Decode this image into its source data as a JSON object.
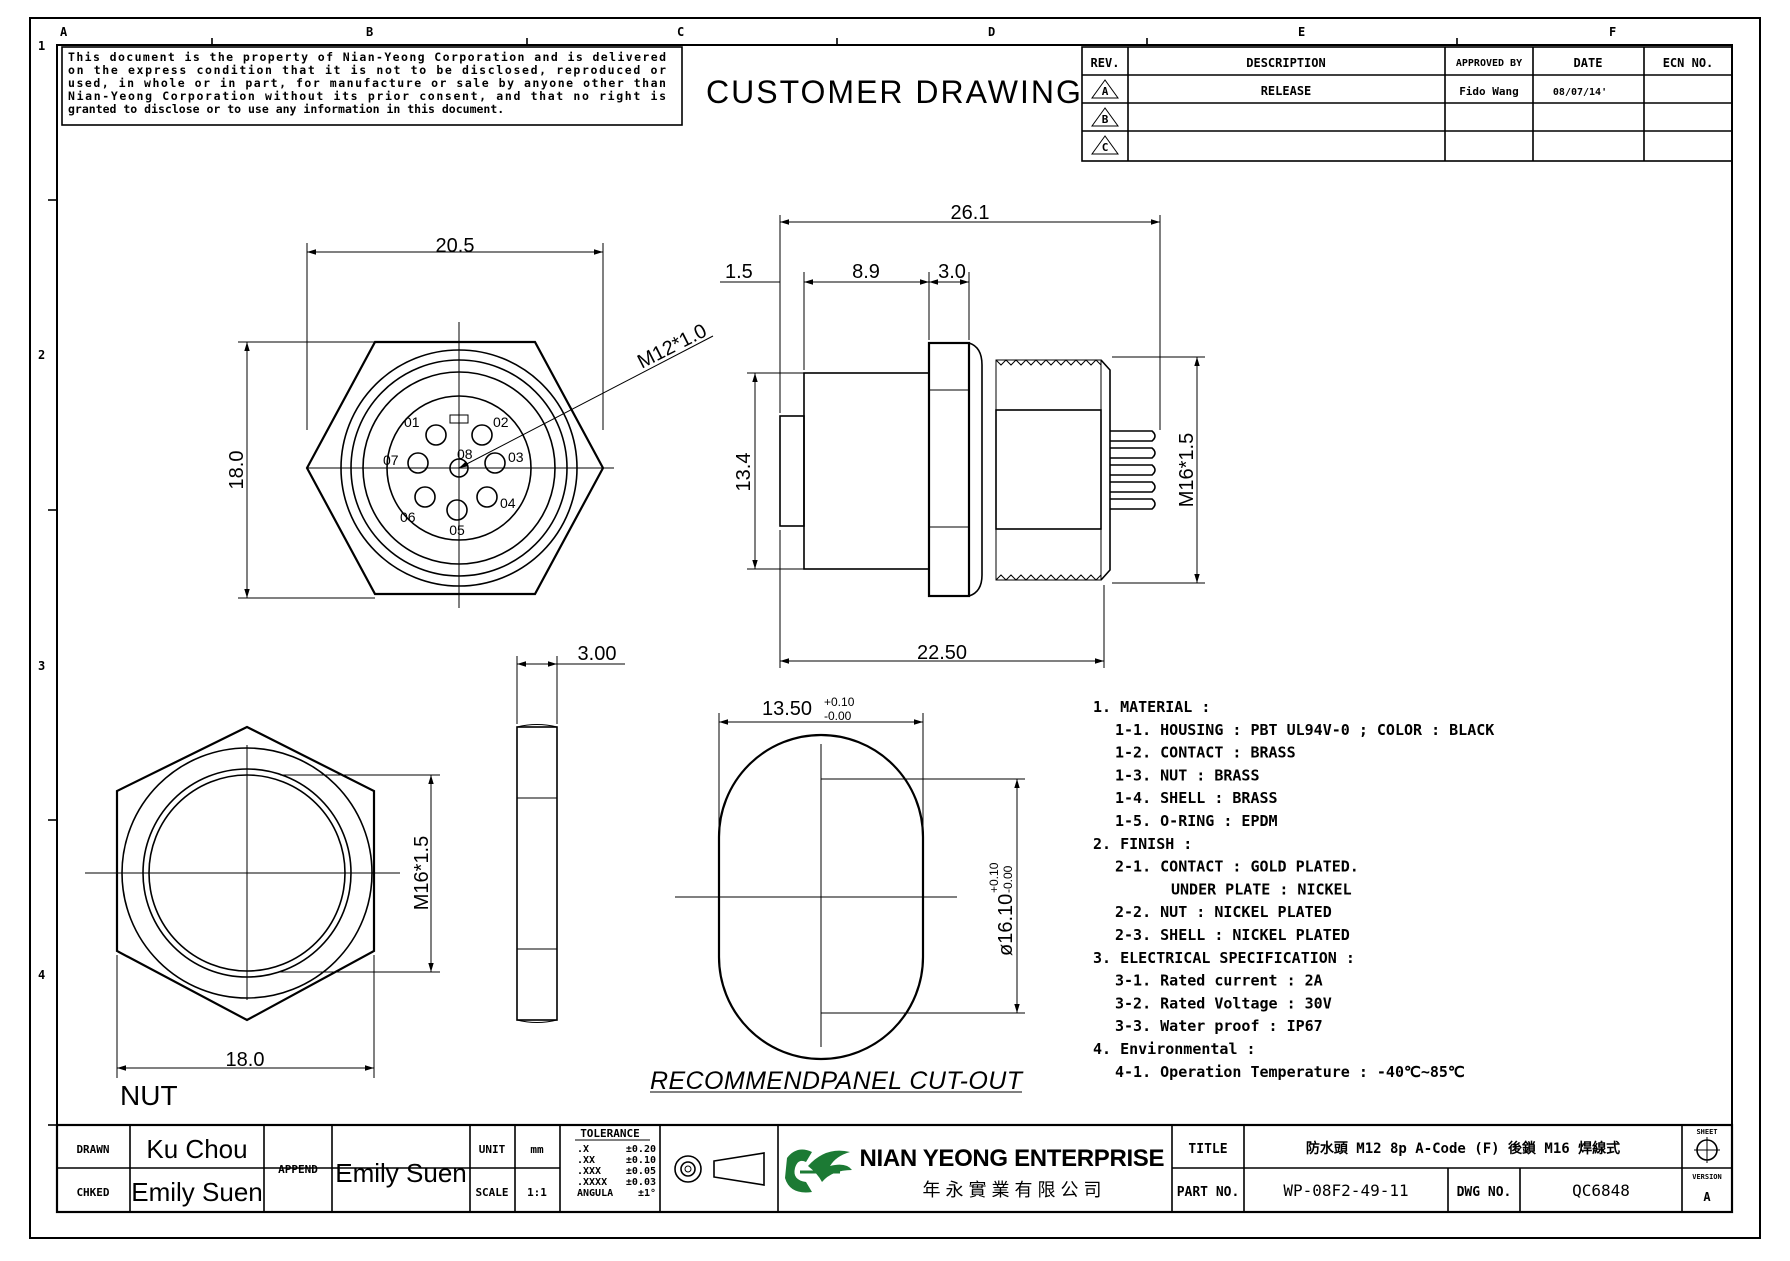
{
  "zones": {
    "columns": [
      "A",
      "B",
      "C",
      "D",
      "E",
      "F"
    ],
    "rows": [
      "1",
      "2",
      "3",
      "4"
    ]
  },
  "notice": [
    "This document is the property of Nian-Yeong Corporation and is delivered",
    "on the express condition that it is not to be disclosed, reproduced or",
    "used, in whole or in part, for manufacture or sale by anyone other than",
    "Nian-Yeong Corporation without its prior consent, and that no right is",
    "granted to disclose or to use any information in this document."
  ],
  "header_title": "CUSTOMER DRAWING",
  "revision_table": {
    "headers": [
      "REV.",
      "DESCRIPTION",
      "APPROVED BY",
      "DATE",
      "ECN NO."
    ],
    "rows": [
      {
        "rev": "A",
        "description": "RELEASE",
        "approved_by": "Fido Wang",
        "date": "08/07/14'",
        "ecn": ""
      },
      {
        "rev": "B",
        "description": "",
        "approved_by": "",
        "date": "",
        "ecn": ""
      },
      {
        "rev": "C",
        "description": "",
        "approved_by": "",
        "date": "",
        "ecn": ""
      }
    ]
  },
  "dims": {
    "front_width": "20.5",
    "front_height": "18.0",
    "thread_callout": "M12*1.0",
    "pin_labels": [
      "01",
      "02",
      "03",
      "04",
      "05",
      "06",
      "07",
      "08"
    ],
    "side_total": "26.1",
    "side_1": "1.5",
    "side_2": "8.9",
    "side_3": "3.0",
    "side_height": "13.4",
    "side_thread": "M16*1.5",
    "side_bottom": "22.50",
    "nut_thickness": "3.00",
    "nut_thread": "M16*1.5",
    "nut_width": "18.0",
    "nut_label": "NUT",
    "cut_width": "13.50",
    "cut_width_tol_plus": "+0.10",
    "cut_width_tol_minus": "-0.00",
    "cut_dia": "ø16.10",
    "cut_dia_tol_plus": "+0.10",
    "cut_dia_tol_minus": "-0.00",
    "cut_label": "RECOMMENDPANEL CUT-OUT"
  },
  "spec_notes": [
    {
      "text": "1. MATERIAL :",
      "indent": 0
    },
    {
      "text": "1-1. HOUSING : PBT UL94V-0 ; COLOR : BLACK",
      "indent": 1
    },
    {
      "text": "1-2. CONTACT : BRASS",
      "indent": 1
    },
    {
      "text": "1-3. NUT : BRASS",
      "indent": 1
    },
    {
      "text": "1-4. SHELL : BRASS",
      "indent": 1
    },
    {
      "text": "1-5. O-RING : EPDM",
      "indent": 1
    },
    {
      "text": "2. FINISH :",
      "indent": 0
    },
    {
      "text": "2-1. CONTACT : GOLD PLATED.",
      "indent": 1
    },
    {
      "text": "UNDER PLATE : NICKEL",
      "indent": 2
    },
    {
      "text": "2-2. NUT : NICKEL PLATED",
      "indent": 1
    },
    {
      "text": "2-3. SHELL : NICKEL PLATED",
      "indent": 1
    },
    {
      "text": "3. ELECTRICAL SPECIFICATION :",
      "indent": 0
    },
    {
      "text": "3-1. Rated current : 2A",
      "indent": 1
    },
    {
      "text": "3-2. Rated Voltage : 30V",
      "indent": 1
    },
    {
      "text": "3-3. Water proof : IP67",
      "indent": 1
    },
    {
      "text": "4. Environmental :",
      "indent": 0
    },
    {
      "text": "4-1. Operation Temperature : -40℃~85℃",
      "indent": 1
    }
  ],
  "title_block": {
    "drawn_label": "DRAWN",
    "drawn_by": "Ku Chou",
    "checked_label": "CHKED",
    "checked_by": "Emily Suen",
    "approved_label": "APPEND",
    "approved_by": "Emily Suen",
    "unit_label": "UNIT",
    "unit_value": "mm",
    "scale_label": "SCALE",
    "scale_value": "1:1",
    "tolerance_title": "TOLERANCE",
    "tolerance_rows": [
      {
        "k": ".X",
        "v": "±0.20"
      },
      {
        "k": ".XX",
        "v": "±0.10"
      },
      {
        "k": ".XXX",
        "v": "±0.05"
      },
      {
        "k": ".XXXX",
        "v": "±0.03"
      },
      {
        "k": "ANGULA",
        "v": "±1°"
      }
    ],
    "company_name": "NIAN YEONG ENTERPRISE",
    "company_chinese": "年 永 實 業 有 限 公 司",
    "title_label": "TITLE",
    "title_value": "防水頭 M12 8p A-Code (F) 後鎖 M16 焊線式",
    "part_no_label": "PART NO.",
    "part_no": "WP-08F2-49-11",
    "dwg_no_label": "DWG NO.",
    "dwg_no": "QC6848",
    "sheet_label": "SHEET",
    "version_label": "VERSION",
    "version_value": "A"
  }
}
